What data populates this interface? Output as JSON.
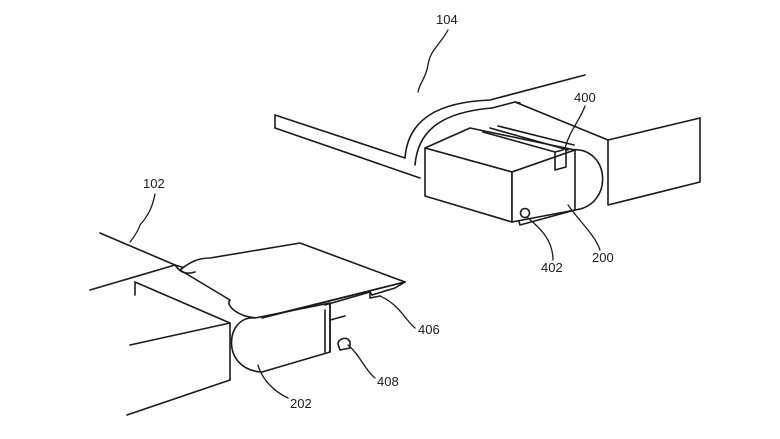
{
  "labels": {
    "r104": "104",
    "r400": "400",
    "r402": "402",
    "r200": "200",
    "r102": "102",
    "r406": "406",
    "r408": "408",
    "r202": "202"
  },
  "colors": {
    "line": "#1a1a1a",
    "background": "#ffffff"
  }
}
